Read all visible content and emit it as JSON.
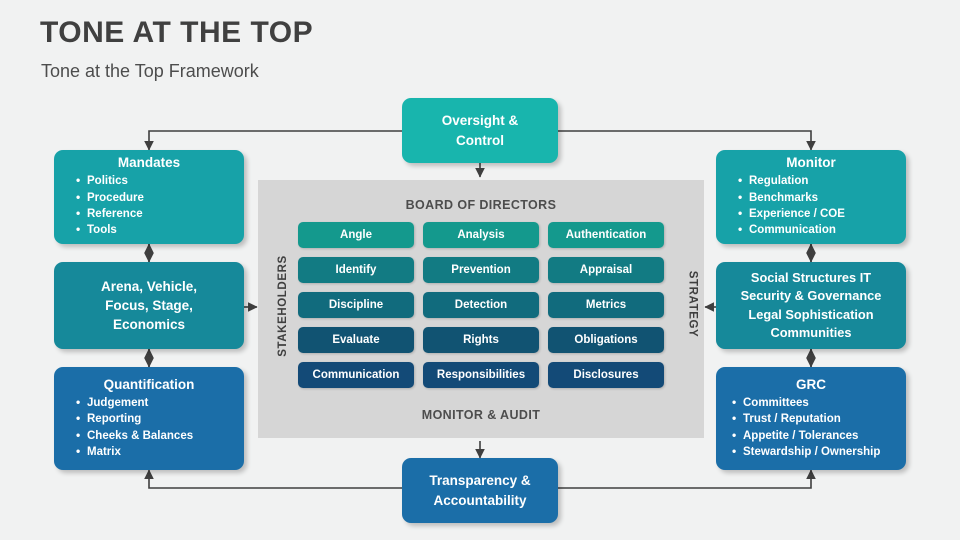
{
  "header": {
    "title": "TONE AT THE TOP",
    "subtitle": "Tone at the Top Framework"
  },
  "colors": {
    "turquoise": "#18b5ad",
    "teal": "#17a2a8",
    "teal_dark": "#16899a",
    "blue": "#1b6ea8",
    "blue_dark": "#165e95",
    "grid_row1": "#14998d",
    "grid_row2": "#127b83",
    "grid_row3": "#116b7d",
    "grid_row4": "#115372",
    "grid_row5": "#134a77",
    "panel_bg": "#d6d6d6",
    "canvas_bg": "#f1f2f2",
    "line": "#3f3f3f",
    "title_text": "#404040"
  },
  "top_box": {
    "name": "Oversight & Control",
    "lines": [
      "Oversight &",
      "Control"
    ]
  },
  "bottom_box": {
    "name": "Transparency & Accountability",
    "lines": [
      "Transparency &",
      "Accountability"
    ]
  },
  "left_column": [
    {
      "title": "Mandates",
      "items": [
        "Politics",
        "Procedure",
        "Reference",
        "Tools"
      ]
    },
    {
      "title": "",
      "lines": [
        "Arena, Vehicle,",
        "Focus, Stage,",
        "Economics"
      ]
    },
    {
      "title": "Quantification",
      "items": [
        "Judgement",
        "Reporting",
        "Cheeks & Balances",
        "Matrix"
      ]
    }
  ],
  "right_column": [
    {
      "title": "Monitor",
      "items": [
        "Regulation",
        "Benchmarks",
        "Experience / COE",
        "Communication"
      ]
    },
    {
      "title": "",
      "lines": [
        "Social Structures IT",
        "Security & Governance",
        "Legal Sophistication",
        "Communities"
      ]
    },
    {
      "title": "GRC",
      "items": [
        "Committees",
        "Trust / Reputation",
        "Appetite / Tolerances",
        "Stewardship / Ownership"
      ]
    }
  ],
  "panel": {
    "caption_top": "BOARD OF DIRECTORS",
    "caption_bottom": "MONITOR & AUDIT",
    "label_left": "STAKEHOLDERS",
    "label_right": "STRATEGY",
    "rows": [
      [
        "Angle",
        "Analysis",
        "Authentication"
      ],
      [
        "Identify",
        "Prevention",
        "Appraisal"
      ],
      [
        "Discipline",
        "Detection",
        "Metrics"
      ],
      [
        "Evaluate",
        "Rights",
        "Obligations"
      ],
      [
        "Communication",
        "Responsibilities",
        "Disclosures"
      ]
    ]
  }
}
